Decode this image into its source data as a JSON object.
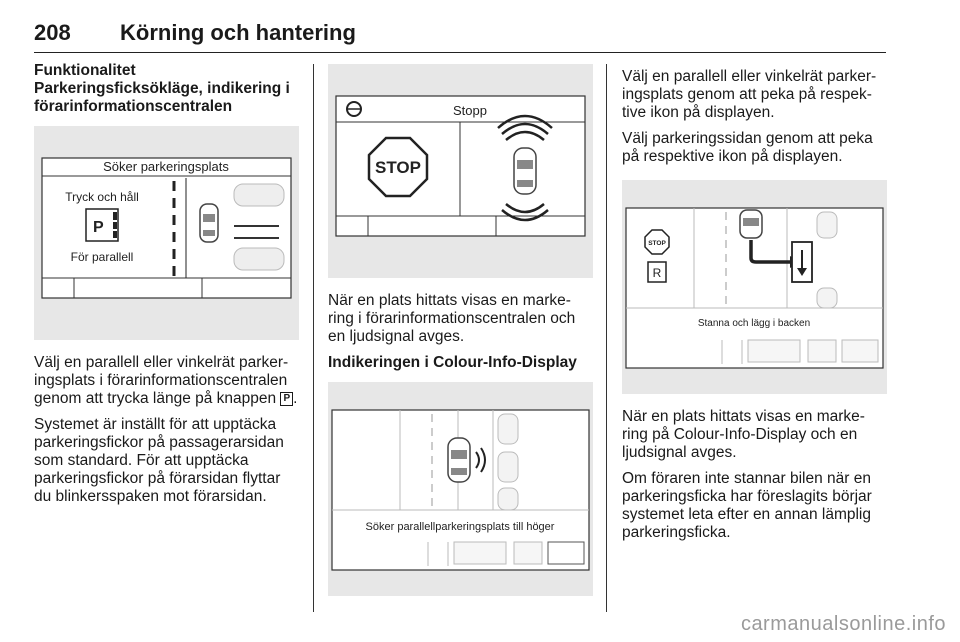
{
  "header": {
    "page_number": "208",
    "chapter_title": "Körning och hantering"
  },
  "col1": {
    "heading_1": "Funktionalitet",
    "heading_2": "Parkeringsficksökläge, indikering i förarinformationscentralen",
    "fig1": {
      "title": "Söker parkeringsplats",
      "instruction": "Tryck och håll",
      "mode": "För parallell",
      "icon": "parking-assist-icon"
    },
    "para_1": "Välj en parallell eller vinkelrät parker-ingsplats i förarinformationscentralen genom att trycka länge på knappen",
    "para_1_icon": "P",
    "para_1_end": ".",
    "para_2": "Systemet är inställt för att upptäcka parkeringsfickor på passagerarsidan som standard. För att upptäcka parkeringsfickor på förarsidan flyttar du blinkersspaken mot förarsidan."
  },
  "col2": {
    "fig2": {
      "title": "Stopp",
      "stop_sign": "STOP",
      "icon": "steering-wheel-icon"
    },
    "para_1": "När en plats hittats visas en marke-ring i förarinformationscentralen och en ljudsignal avges.",
    "heading": "Indikeringen i Colour-Info-Display",
    "fig3": {
      "status": "Söker parallellparkeringsplats till höger"
    }
  },
  "col3": {
    "para_1": "Välj en parallell eller vinkelrät parker-ingsplats genom att peka på respek-tive ikon på displayen.",
    "para_2": "Välj parkeringssidan genom att peka på respektive ikon på displayen.",
    "fig4": {
      "stop_label": "STOP",
      "reverse_label": "R",
      "status": "Stanna och lägg i backen"
    },
    "para_3": "När en plats hittats visas en marke-ring på Colour-Info-Display och en ljudsignal avges.",
    "para_4": "Om föraren inte stannar bilen när en parkeringsficka har föreslagits börjar systemet leta efter en annan lämplig parkeringsficka."
  },
  "footer": {
    "watermark": "carmanualsonline.info"
  },
  "colors": {
    "text": "#1a1a1a",
    "figure_bg": "#e7e7e7",
    "screen_bg": "#ffffff",
    "watermark": "#9a9a9a"
  }
}
